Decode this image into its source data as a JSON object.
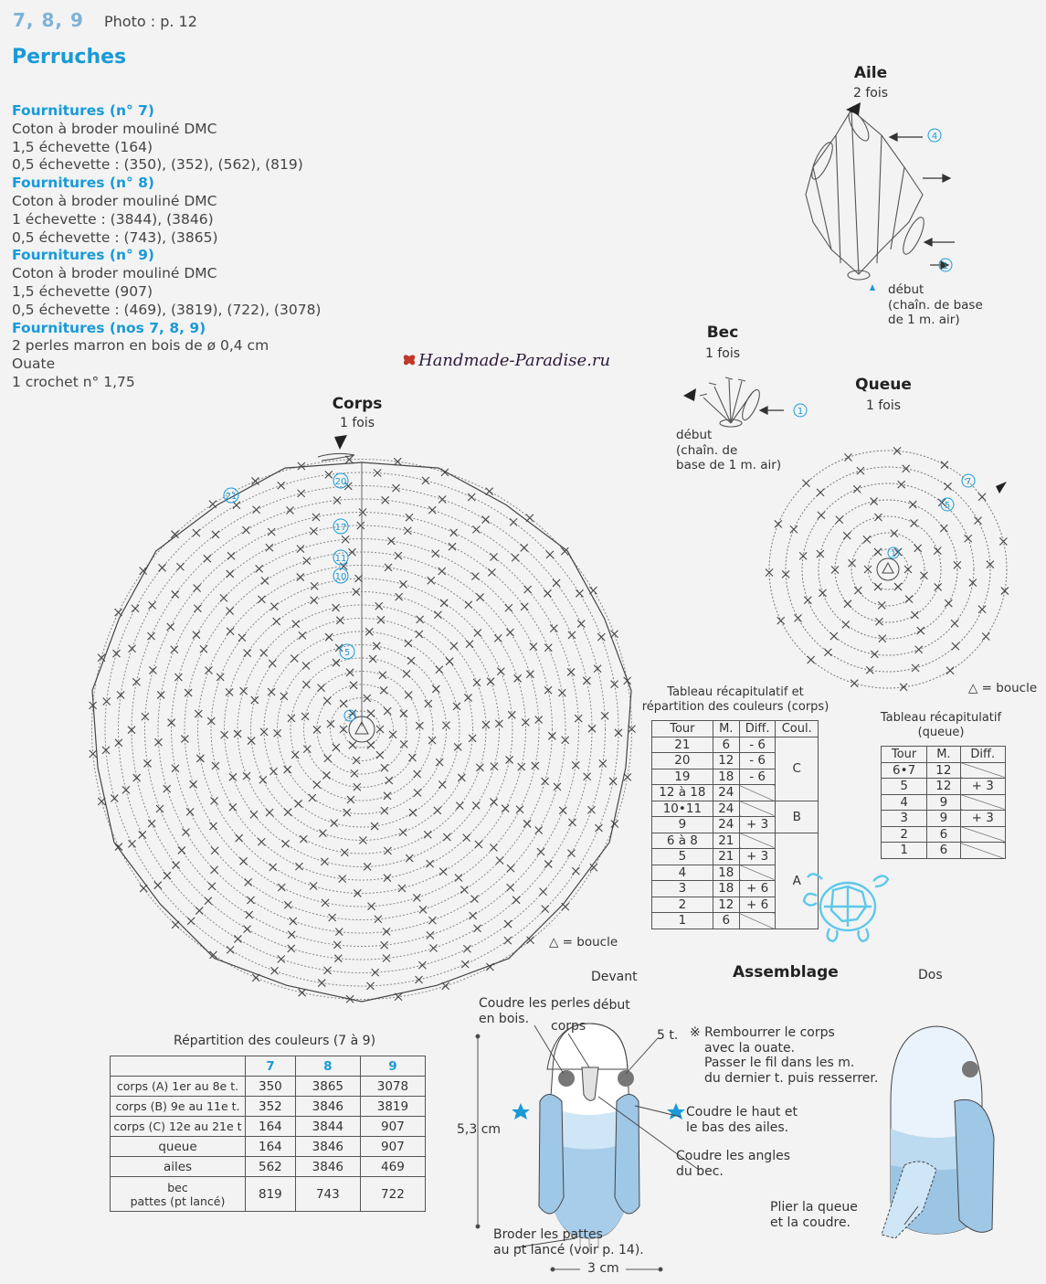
{
  "header": {
    "pattern_numbers": "7, 8, 9",
    "photo_ref": "Photo : p. 12",
    "title": "Perruches"
  },
  "supplies": [
    {
      "heading": "Fournitures (n° 7)",
      "lines": [
        "Coton à broder mouliné DMC",
        "1,5 échevette (164)",
        "0,5 échevette : (350), (352), (562), (819)"
      ]
    },
    {
      "heading": "Fournitures (n° 8)",
      "lines": [
        "Coton à broder mouliné DMC",
        "1 échevette : (3844), (3846)",
        "0,5 échevette : (743), (3865)"
      ]
    },
    {
      "heading": "Fournitures (n° 9)",
      "lines": [
        "Coton à broder mouliné DMC",
        "1,5 échevette (907)",
        "0,5 échevette : (469), (3819), (722), (3078)"
      ]
    },
    {
      "heading": "Fournitures (nos 7, 8, 9)",
      "lines": [
        "2 perles marron en bois de ø 0,4 cm",
        "Ouate",
        "1 crochet n° 1,75"
      ]
    }
  ],
  "watermark": "Handmade-Paradise.ru",
  "diagrams": {
    "wing": {
      "title": "Aile",
      "count": "2 fois",
      "start_note": [
        "début",
        "(chaîn. de base",
        "de 1 m. air)"
      ],
      "round_labels": [
        "4",
        "1"
      ]
    },
    "beak": {
      "title": "Bec",
      "count": "1 fois",
      "start_note": [
        "début",
        "(chaîn. de",
        "base de 1 m. air)"
      ],
      "round_label": "1"
    },
    "tail": {
      "title": "Queue",
      "count": "1 fois",
      "loop_note": "△ = boucle",
      "round_labels": [
        "7",
        "5",
        "1"
      ]
    },
    "body": {
      "title": "Corps",
      "count": "1 fois",
      "loop_note": "△ = boucle",
      "round_labels": [
        "21",
        "20",
        "17",
        "11",
        "10",
        "5",
        "1"
      ]
    }
  },
  "body_table": {
    "caption": [
      "Tableau récapitulatif et",
      "répartition des couleurs (corps)"
    ],
    "headers": [
      "Tour",
      "M.",
      "Diff.",
      "Coul."
    ],
    "rows": [
      {
        "tour": "21",
        "m": "6",
        "diff": "- 6"
      },
      {
        "tour": "20",
        "m": "12",
        "diff": "- 6"
      },
      {
        "tour": "19",
        "m": "18",
        "diff": "- 6"
      },
      {
        "tour": "12 à 18",
        "m": "24",
        "diff": ""
      },
      {
        "tour": "10•11",
        "m": "24",
        "diff": ""
      },
      {
        "tour": "9",
        "m": "24",
        "diff": "+ 3"
      },
      {
        "tour": "6 à 8",
        "m": "21",
        "diff": ""
      },
      {
        "tour": "5",
        "m": "21",
        "diff": "+ 3"
      },
      {
        "tour": "4",
        "m": "18",
        "diff": ""
      },
      {
        "tour": "3",
        "m": "18",
        "diff": "+ 6"
      },
      {
        "tour": "2",
        "m": "12",
        "diff": "+ 6"
      },
      {
        "tour": "1",
        "m": "6",
        "diff": ""
      }
    ],
    "color_groups": [
      "C",
      "B",
      "A"
    ]
  },
  "tail_table": {
    "caption": [
      "Tableau récapitulatif",
      "(queue)"
    ],
    "headers": [
      "Tour",
      "M.",
      "Diff."
    ],
    "rows": [
      {
        "tour": "6•7",
        "m": "12",
        "diff": ""
      },
      {
        "tour": "5",
        "m": "12",
        "diff": "+ 3"
      },
      {
        "tour": "4",
        "m": "9",
        "diff": ""
      },
      {
        "tour": "3",
        "m": "9",
        "diff": "+ 3"
      },
      {
        "tour": "2",
        "m": "6",
        "diff": ""
      },
      {
        "tour": "1",
        "m": "6",
        "diff": ""
      }
    ]
  },
  "color_table": {
    "caption": "Répartition des couleurs (7 à 9)",
    "headers": [
      "",
      "7",
      "8",
      "9"
    ],
    "rows": [
      {
        "part": "corps (A) 1er au 8e t.",
        "c7": "350",
        "c8": "3865",
        "c9": "3078"
      },
      {
        "part": "corps (B) 9e au 11e t.",
        "c7": "352",
        "c8": "3846",
        "c9": "3819"
      },
      {
        "part": "corps (C) 12e au 21e t",
        "c7": "164",
        "c8": "3844",
        "c9": "907"
      },
      {
        "part": "queue",
        "c7": "164",
        "c8": "3846",
        "c9": "907"
      },
      {
        "part": "ailes",
        "c7": "562",
        "c8": "3846",
        "c9": "469"
      },
      {
        "part": "bec\npattes (pt lancé)",
        "c7": "819",
        "c8": "743",
        "c9": "722"
      }
    ]
  },
  "assembly": {
    "title": "Assemblage",
    "front": "Devant",
    "back": "Dos",
    "notes": {
      "beads": [
        "Coudre les perles",
        "en bois."
      ],
      "start": "début",
      "body": "corps",
      "stitches": "5 t.",
      "stuff": [
        "※ Rembourrer le corps",
        "avec la ouate.",
        "Passer le fil dans les m.",
        "du dernier t. puis resserrer."
      ],
      "wings": [
        "Coudre le haut et",
        "le bas des ailes."
      ],
      "beak": [
        "Coudre les angles",
        "du bec."
      ],
      "feet": [
        "Broder les pattes",
        "au pt lancé (voir p. 14)."
      ],
      "tail": [
        "Plier la queue",
        "et la coudre."
      ],
      "height": "5,3 cm",
      "width": "3 cm"
    }
  }
}
